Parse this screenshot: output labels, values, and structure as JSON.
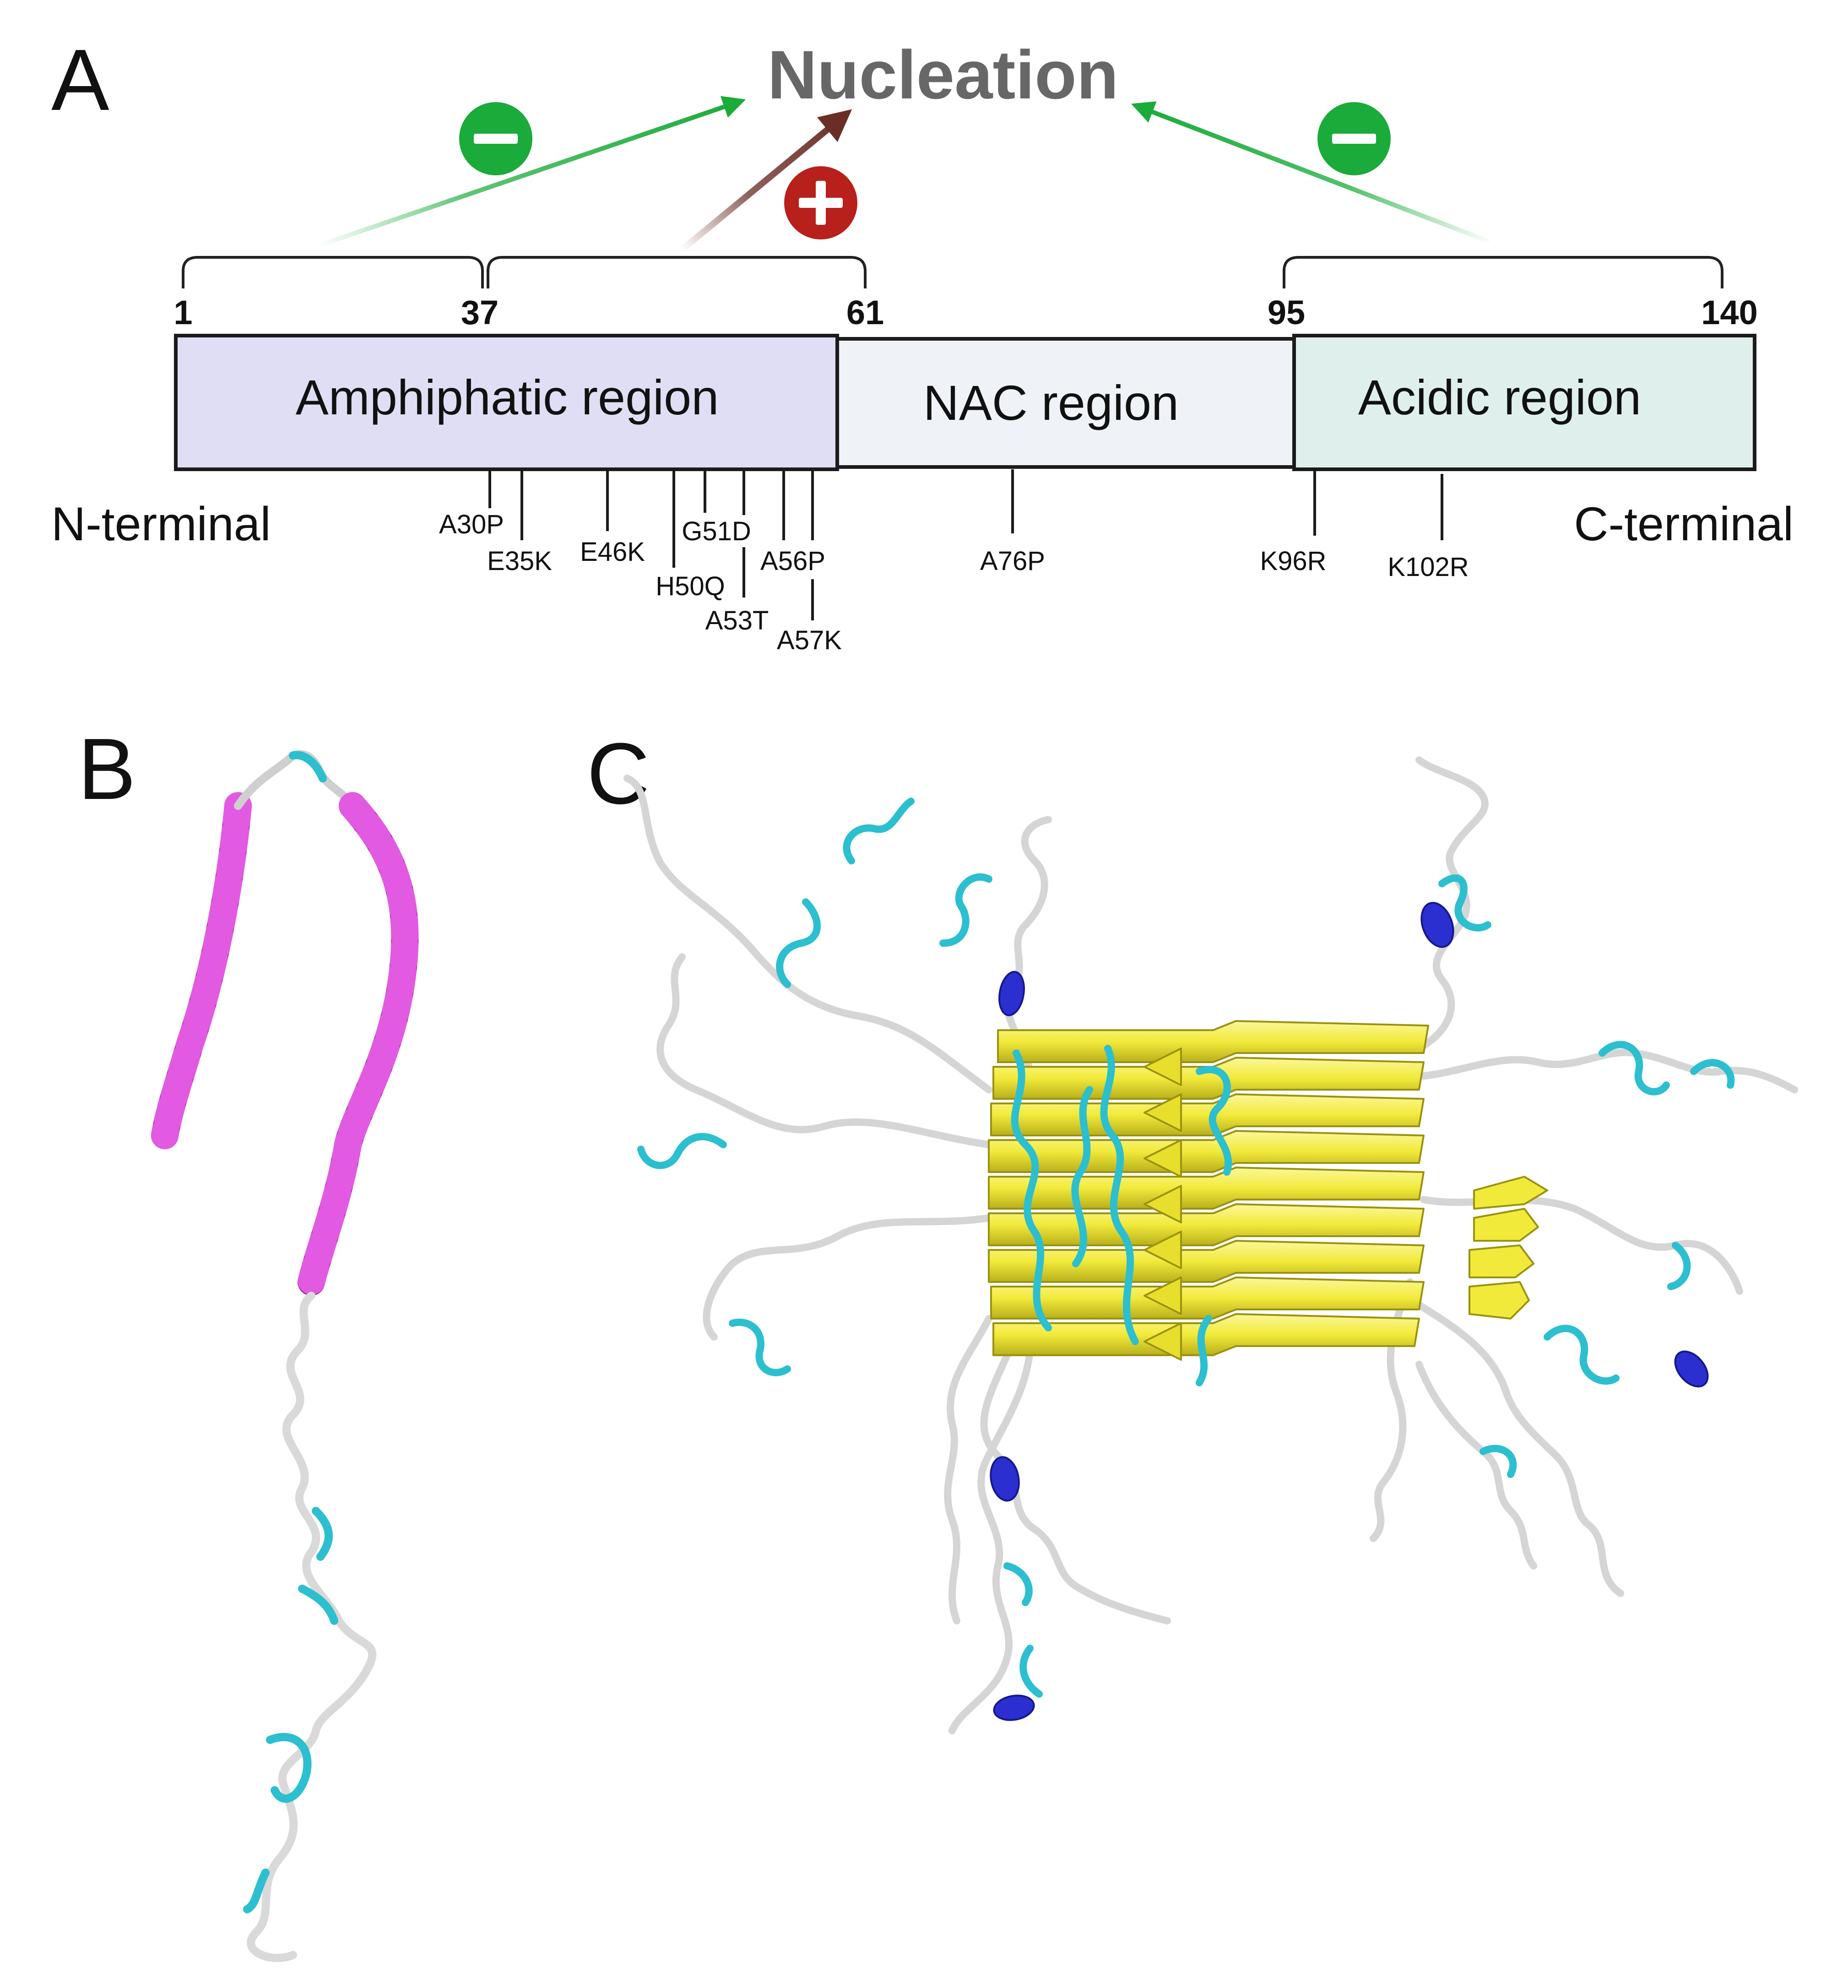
{
  "panels": {
    "a": "A",
    "b": "B",
    "c": "C"
  },
  "nucleation": {
    "label": "Nucleation",
    "inhibit_symbol": "−",
    "promote_symbol": "+"
  },
  "positions": {
    "p1": "1",
    "p37": "37",
    "p61": "61",
    "p95": "95",
    "p140": "140"
  },
  "regions": {
    "amphipathic": "Amphiphatic region",
    "nac": "NAC region",
    "acidic": "Acidic region"
  },
  "termini": {
    "n": "N-terminal",
    "c": "C-terminal"
  },
  "mutations": [
    "A30P",
    "E35K",
    "E46K",
    "H50Q",
    "G51D",
    "A53T",
    "A56P",
    "A57K",
    "A76P",
    "K96R",
    "K102R"
  ],
  "colors": {
    "amphipathic_fill": "#e0def4",
    "nac_fill": "#eff3f8",
    "acidic_fill": "#dff0ec",
    "inhibit_green": "#1aab3a",
    "promote_red": "#b8201c",
    "promote_arrow": "#6b2e26",
    "nucleation_text": "#676767",
    "helix_magenta": "#d63ad6",
    "coil_cyan": "#2cbfcf",
    "strand_yellow": "#f2ea3a",
    "helix_blue": "#2b2fd0"
  }
}
